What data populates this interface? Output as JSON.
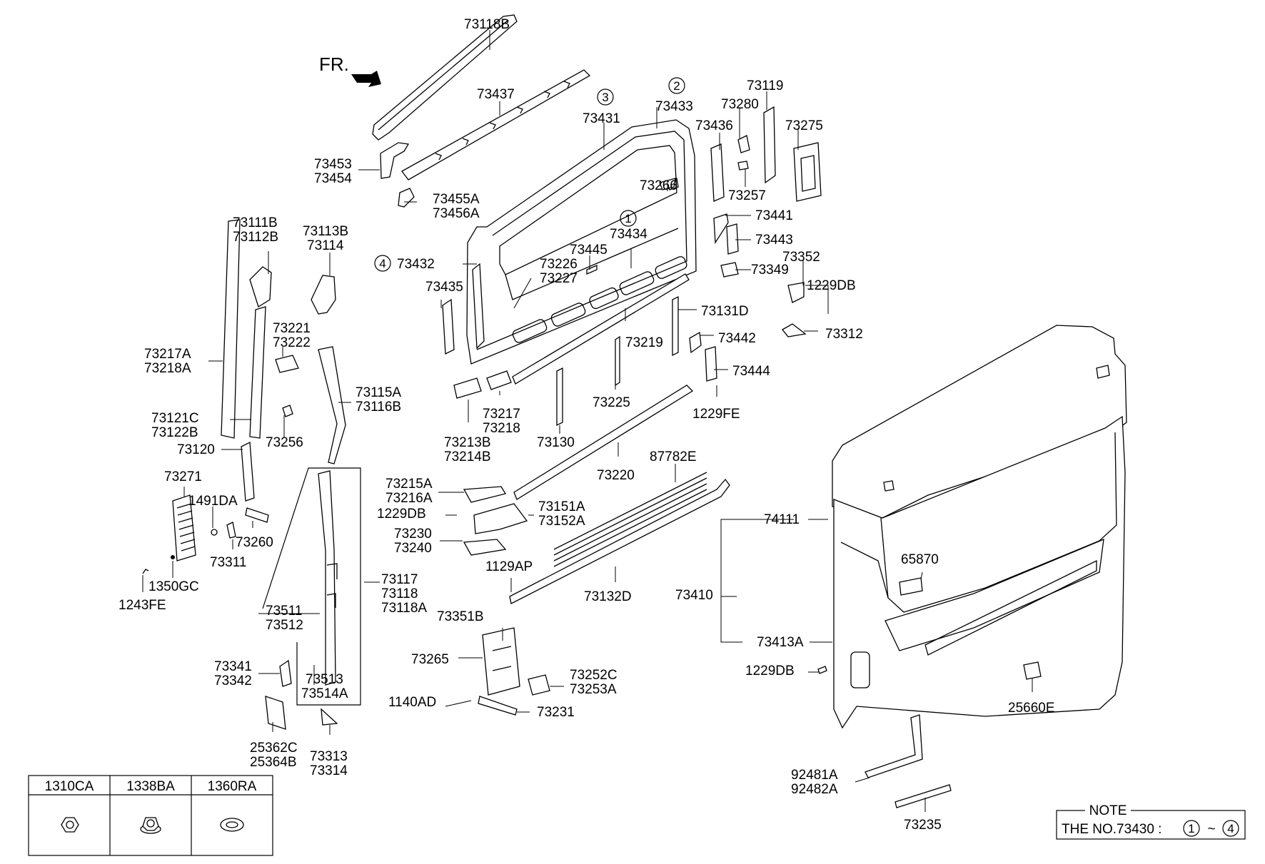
{
  "orientation": {
    "label": "FR."
  },
  "callouts": [
    {
      "id": "c1",
      "lines": [
        "73118B"
      ]
    },
    {
      "id": "c2",
      "lines": [
        "73437"
      ]
    },
    {
      "id": "c3",
      "lines": [
        "73453",
        "73454"
      ]
    },
    {
      "id": "c4",
      "lines": [
        "73455A",
        "73456A"
      ]
    },
    {
      "id": "c5",
      "lines": [
        "73431"
      ]
    },
    {
      "id": "c6",
      "lines": [
        "73433"
      ]
    },
    {
      "id": "c7",
      "lines": [
        "73436"
      ]
    },
    {
      "id": "c8",
      "lines": [
        "73280"
      ]
    },
    {
      "id": "c9",
      "lines": [
        "73119"
      ]
    },
    {
      "id": "c10",
      "lines": [
        "73275"
      ]
    },
    {
      "id": "c11",
      "lines": [
        "73266"
      ]
    },
    {
      "id": "c12",
      "lines": [
        "73257"
      ]
    },
    {
      "id": "c13",
      "lines": [
        "73441"
      ]
    },
    {
      "id": "c14",
      "lines": [
        "73443"
      ]
    },
    {
      "id": "c15",
      "lines": [
        "73349"
      ]
    },
    {
      "id": "c16",
      "lines": [
        "73352"
      ]
    },
    {
      "id": "c17",
      "lines": [
        "1229DB"
      ]
    },
    {
      "id": "c18",
      "lines": [
        "73312"
      ]
    },
    {
      "id": "c19",
      "lines": [
        "73434"
      ]
    },
    {
      "id": "c20",
      "lines": [
        "73445"
      ]
    },
    {
      "id": "c21",
      "lines": [
        "73432"
      ]
    },
    {
      "id": "c22",
      "lines": [
        "73226",
        "73227"
      ]
    },
    {
      "id": "c23",
      "lines": [
        "73435"
      ]
    },
    {
      "id": "c24",
      "lines": [
        "73131D"
      ]
    },
    {
      "id": "c25",
      "lines": [
        "73219"
      ]
    },
    {
      "id": "c26",
      "lines": [
        "73442"
      ]
    },
    {
      "id": "c27",
      "lines": [
        "73444"
      ]
    },
    {
      "id": "c28",
      "lines": [
        "1229FE"
      ]
    },
    {
      "id": "c29",
      "lines": [
        "73225"
      ]
    },
    {
      "id": "c30",
      "lines": [
        "73217",
        "73218"
      ]
    },
    {
      "id": "c31",
      "lines": [
        "73213B",
        "73214B"
      ]
    },
    {
      "id": "c32",
      "lines": [
        "73130"
      ]
    },
    {
      "id": "c33",
      "lines": [
        "73220"
      ]
    },
    {
      "id": "c34",
      "lines": [
        "87782E"
      ]
    },
    {
      "id": "c35",
      "lines": [
        "73111B",
        "73112B"
      ]
    },
    {
      "id": "c36",
      "lines": [
        "73113B",
        "73114"
      ]
    },
    {
      "id": "c37",
      "lines": [
        "73221",
        "73222"
      ]
    },
    {
      "id": "c38",
      "lines": [
        "73217A",
        "73218A"
      ]
    },
    {
      "id": "c39",
      "lines": [
        "73115A",
        "73116B"
      ]
    },
    {
      "id": "c40",
      "lines": [
        "73121C",
        "73122B"
      ]
    },
    {
      "id": "c41",
      "lines": [
        "73256"
      ]
    },
    {
      "id": "c42",
      "lines": [
        "73120"
      ]
    },
    {
      "id": "c43",
      "lines": [
        "73271"
      ]
    },
    {
      "id": "c44",
      "lines": [
        "1491DA"
      ]
    },
    {
      "id": "c45",
      "lines": [
        "73260"
      ]
    },
    {
      "id": "c46",
      "lines": [
        "73311"
      ]
    },
    {
      "id": "c47",
      "lines": [
        "1350GC"
      ]
    },
    {
      "id": "c48",
      "lines": [
        "1243FE"
      ]
    },
    {
      "id": "c49",
      "lines": [
        "73215A",
        "73216A"
      ]
    },
    {
      "id": "c50",
      "lines": [
        "1229DB"
      ]
    },
    {
      "id": "c51",
      "lines": [
        "73151A",
        "73152A"
      ]
    },
    {
      "id": "c52",
      "lines": [
        "73230",
        "73240"
      ]
    },
    {
      "id": "c53",
      "lines": [
        "1129AP"
      ]
    },
    {
      "id": "c54",
      "lines": [
        "73132D"
      ]
    },
    {
      "id": "c55",
      "lines": [
        "73117",
        "73118",
        "73118A"
      ]
    },
    {
      "id": "c56",
      "lines": [
        "73511",
        "73512"
      ]
    },
    {
      "id": "c57",
      "lines": [
        "73351B"
      ]
    },
    {
      "id": "c58",
      "lines": [
        "73265"
      ]
    },
    {
      "id": "c59",
      "lines": [
        "73252C",
        "73253A"
      ]
    },
    {
      "id": "c60",
      "lines": [
        "1140AD"
      ]
    },
    {
      "id": "c61",
      "lines": [
        "73231"
      ]
    },
    {
      "id": "c62",
      "lines": [
        "73341",
        "73342"
      ]
    },
    {
      "id": "c63",
      "lines": [
        "73513",
        "73514A"
      ]
    },
    {
      "id": "c64",
      "lines": [
        "25362C",
        "25364B"
      ]
    },
    {
      "id": "c65",
      "lines": [
        "73313",
        "73314"
      ]
    },
    {
      "id": "c66",
      "lines": [
        "74111"
      ]
    },
    {
      "id": "c67",
      "lines": [
        "73410"
      ]
    },
    {
      "id": "c68",
      "lines": [
        "73413A"
      ]
    },
    {
      "id": "c69",
      "lines": [
        "1229DB"
      ]
    },
    {
      "id": "c70",
      "lines": [
        "65870"
      ]
    },
    {
      "id": "c71",
      "lines": [
        "25660E"
      ]
    },
    {
      "id": "c72",
      "lines": [
        "92481A",
        "92482A"
      ]
    },
    {
      "id": "c73",
      "lines": [
        "73235"
      ]
    }
  ],
  "ref_markers": [
    {
      "id": "m1",
      "num": "1"
    },
    {
      "id": "m2",
      "num": "2"
    },
    {
      "id": "m3",
      "num": "3"
    },
    {
      "id": "m4",
      "num": "4"
    }
  ],
  "fastener_table": {
    "headers": [
      "1310CA",
      "1338BA",
      "1360RA"
    ],
    "icons": [
      "hex-nut-icon",
      "flange-nut-icon",
      "washer-icon"
    ]
  },
  "note": {
    "title": "NOTE",
    "text": "THE NO.73430 :",
    "range_from": "1",
    "range_sep": "~",
    "range_to": "4"
  }
}
